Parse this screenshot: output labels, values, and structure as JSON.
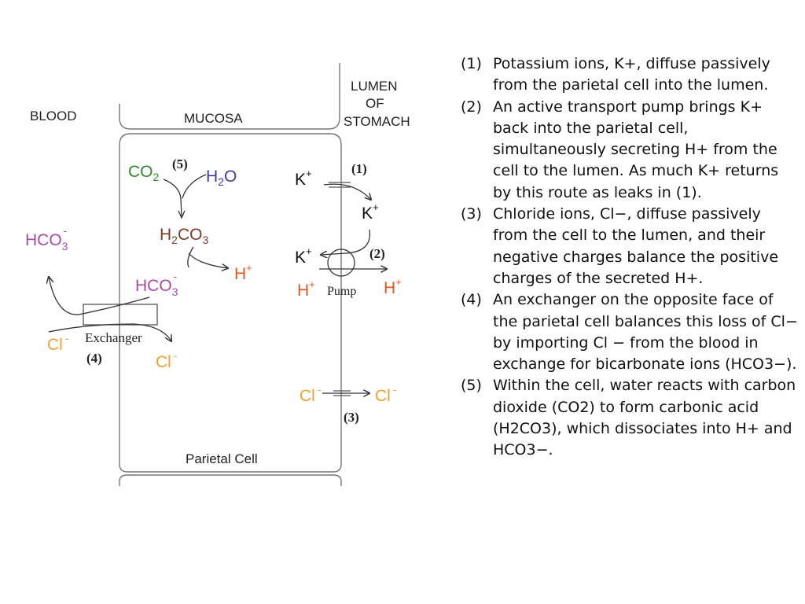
{
  "diagram": {
    "labels": {
      "blood": "BLOOD",
      "mucosa": "MUCOSA",
      "lumen_line1": "LUMEN",
      "lumen_line2": "OF",
      "lumen_line3": "STOMACH",
      "parietal_cell": "Parietal Cell",
      "pump": "Pump",
      "exchanger": "Exchanger"
    },
    "steps": {
      "s1": "(1)",
      "s2": "(2)",
      "s3": "(3)",
      "s4": "(4)",
      "s5": "(5)"
    },
    "species": {
      "co2_main": "CO",
      "co2_sub": "2",
      "h2o_h": "H",
      "h2o_sub": "2",
      "h2o_o": "O",
      "h2co3_h": "H",
      "h2co3_sub1": "2",
      "h2co3_co": "CO",
      "h2co3_sub2": "3",
      "hco3_main": "HCO",
      "hco3_sub": "3",
      "hco3_sup": "-",
      "h_main": "H",
      "h_sup": "+",
      "k_main": "K",
      "k_sup": "+",
      "cl_main": "Cl",
      "cl_sup": "-"
    },
    "colors": {
      "co2": "#2e8b2e",
      "h2o": "#3a3aa8",
      "h2co3": "#7a3b2a",
      "hco3": "#a64ca6",
      "h_ion": "#e8541e",
      "cl_ion": "#f0a030",
      "outline": "#777777"
    }
  },
  "notes": [
    {
      "num": "(1)",
      "text": "Potassium ions, K+, diffuse passively from the parietal cell into the lumen."
    },
    {
      "num": "(2)",
      "text": "An active transport pump brings K+ back into the parietal cell, simultaneously secreting H+ from the cell to the lumen. As much K+ returns by this route as leaks in (1)."
    },
    {
      "num": "(3)",
      "text": "Chloride ions, Cl−, diffuse passively from the cell to the lumen, and their negative charges balance the positive charges of the secreted H+."
    },
    {
      "num": "(4)",
      "text": "An exchanger on the opposite face of the parietal cell balances this loss of Cl− by importing Cl − from the blood in exchange for bicarbonate ions (HCO3−)."
    },
    {
      "num": "(5)",
      "text": "Within the cell, water reacts with carbon dioxide (CO2) to form carbonic acid (H2CO3), which dissociates into H+ and HCO3−."
    }
  ]
}
